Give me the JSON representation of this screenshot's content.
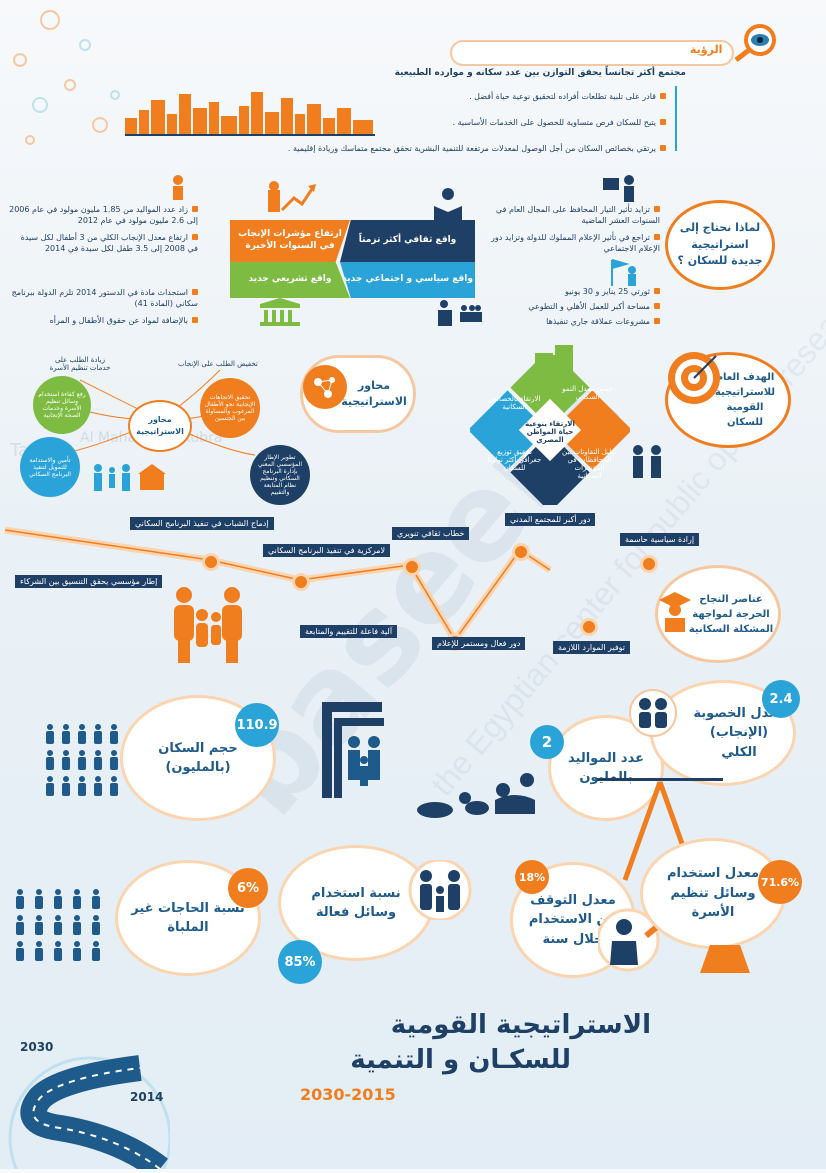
{
  "vision": {
    "title": "الرؤية",
    "items": [
      "مجتمع أكثر تجانساً يحقق التوازن بين عدد سكانه و موارده الطبيعية",
      "قادر على تلبية تطلعات أفراده لتحقيق نوعية حياة أفضل .",
      "يتيح للسكان فرص متساوية للحصول على الخدمات الأساسية .",
      "يرتقي بخصائص السكان من أجل الوصول لمعدلات مرتفعة للتنمية البشرية تحقق مجتمع متماسك وريادة إقليمية ."
    ]
  },
  "why": {
    "title": "لماذا نحتاج إلى استراتيجية جديدة للسكان ؟",
    "bands": [
      "ارتفاع مؤشرات الإنجاب في السنوات الأخيرة",
      "واقع ثقافي أكثر تزمتاً",
      "واقع تشريعي جديد",
      "واقع سياسي و اجتماعي جديد"
    ],
    "left_top": [
      "زاد عدد المواليد من 1.85 مليون مولود في عام 2006 إلى 2.6 مليون مولود في عام 2012",
      "ارتفاع معدل الإنجاب الكلي من 3 أطفال لكل سيدة في 2008 إلى 3.5 طفل لكل سيدة في 2014"
    ],
    "left_bottom": [
      "استحداث مادة في الدستور 2014 تلزم الدولة ببرنامج سكاني (المادة 41)",
      "بالإضافة لمواد عن حقوق الأطفال و المرأه"
    ],
    "right_top": [
      "تزايد تأثير التيار المحافظ على المجال العام في السنوات العشر الماضية",
      "تراجع في تأثير الإعلام المملوك للدولة وتزايد دور الإعلام الاجتماعي"
    ],
    "right_bottom": [
      "ثورتي 25 يناير و 30 يونيو",
      "مساحة أكبر للعمل الأهلي و التطوعي",
      "مشروعات عملاقة جاري تنفيذها"
    ]
  },
  "axes": {
    "title": "محاور الاستراتيجية",
    "center": "محاور الاستراتيجية",
    "items": [
      "زيادة الطلب على خدمات تنظيم الأسرة",
      "تخفيض الطلب على الإنجاب",
      "رفع كفاءة استخدام وسائل تنظيم الأسرة وخدمات الصحة الإنجابية",
      "تحقيق الاتجاهات الإيجابية نحو الأطفال المرغوب والمساواة بين الجنسين",
      "تأمين والاستدامة للتمويل لتنفيذ البرنامج السكاني",
      "تطوير الإطار المؤسسي المعني بإدارة البرنامج السكاني وتنظيم نظام المتابعة والتقييم"
    ]
  },
  "goal": {
    "title": "الهدف العام للاستراتيجية القومية للسكان",
    "diamonds": [
      "خفض معدل النمو السكاني",
      "الارتقاء بالخصائص السكانية",
      "الارتقاء بنوعية حياة المواطن المصري",
      "تحقيق توزيع جغرافي أكثر توازناً للسكان",
      "تقليل التفاوتات بين المحافظات في المؤشرات السكانية"
    ]
  },
  "success": {
    "title": "عناصر النجاح الحرجة لمواجهة المشكلة السكانية",
    "nodes": [
      "إطار مؤسسي يحقق التنسيق بين الشركاء",
      "إدماج الشباب في تنفيذ البرنامج السكاني",
      "آلية فاعلة للتقييم والمتابعة",
      "لامركزية في تنفيذ البرنامج السكاني",
      "خطاب ثقافي تنويري",
      "دور فعال ومستمر للإعلام",
      "دور أكبر للمجتمع المدني",
      "توفير الموارد اللازمة",
      "إرادة سياسية حاسمة"
    ]
  },
  "stats": [
    {
      "id": "population",
      "value": "110.9",
      "label": "حجم السكان (بالمليون)",
      "color": "#2aa4d8"
    },
    {
      "id": "births",
      "value": "2",
      "label": "عدد المواليد بالمليون",
      "color": "#2aa4d8"
    },
    {
      "id": "fertility",
      "value": "2.4",
      "label": "معدل الخصوبة (الإنجاب) الكلي",
      "color": "#2aa4d8"
    },
    {
      "id": "unmet",
      "value": "6%",
      "label": "نسبة الحاجات غير الملباة",
      "color": "#f07d1e"
    },
    {
      "id": "effective",
      "value": "85%",
      "label": "نسبة استخدام وسائل فعالة",
      "color": "#2aa4d8"
    },
    {
      "id": "dropout",
      "value": "18%",
      "label": "معدل التوقف عن الاستخدام خلال سنة",
      "color": "#f07d1e"
    },
    {
      "id": "cpr",
      "value": "71.6%",
      "label": "معدل استخدام وسائل تنظيم الأسرة",
      "color": "#f07d1e"
    }
  ],
  "footer": {
    "title_line1": "الاستراتيجية القومية",
    "title_line2": "للسكـان و التنمية",
    "years": "2030-2015",
    "road_top": "2030",
    "road_bottom": "2014"
  },
  "watermark": {
    "text1": "baseera",
    "text2": "the Egyptian center for public opinion research",
    "text3": "Al Mahallah al kubra",
    "text4": "Tanta"
  },
  "colors": {
    "orange": "#f07d1e",
    "navy": "#1e3f66",
    "blue": "#2aa4d8",
    "green": "#7dbb42",
    "teal": "#1e5a8a"
  }
}
